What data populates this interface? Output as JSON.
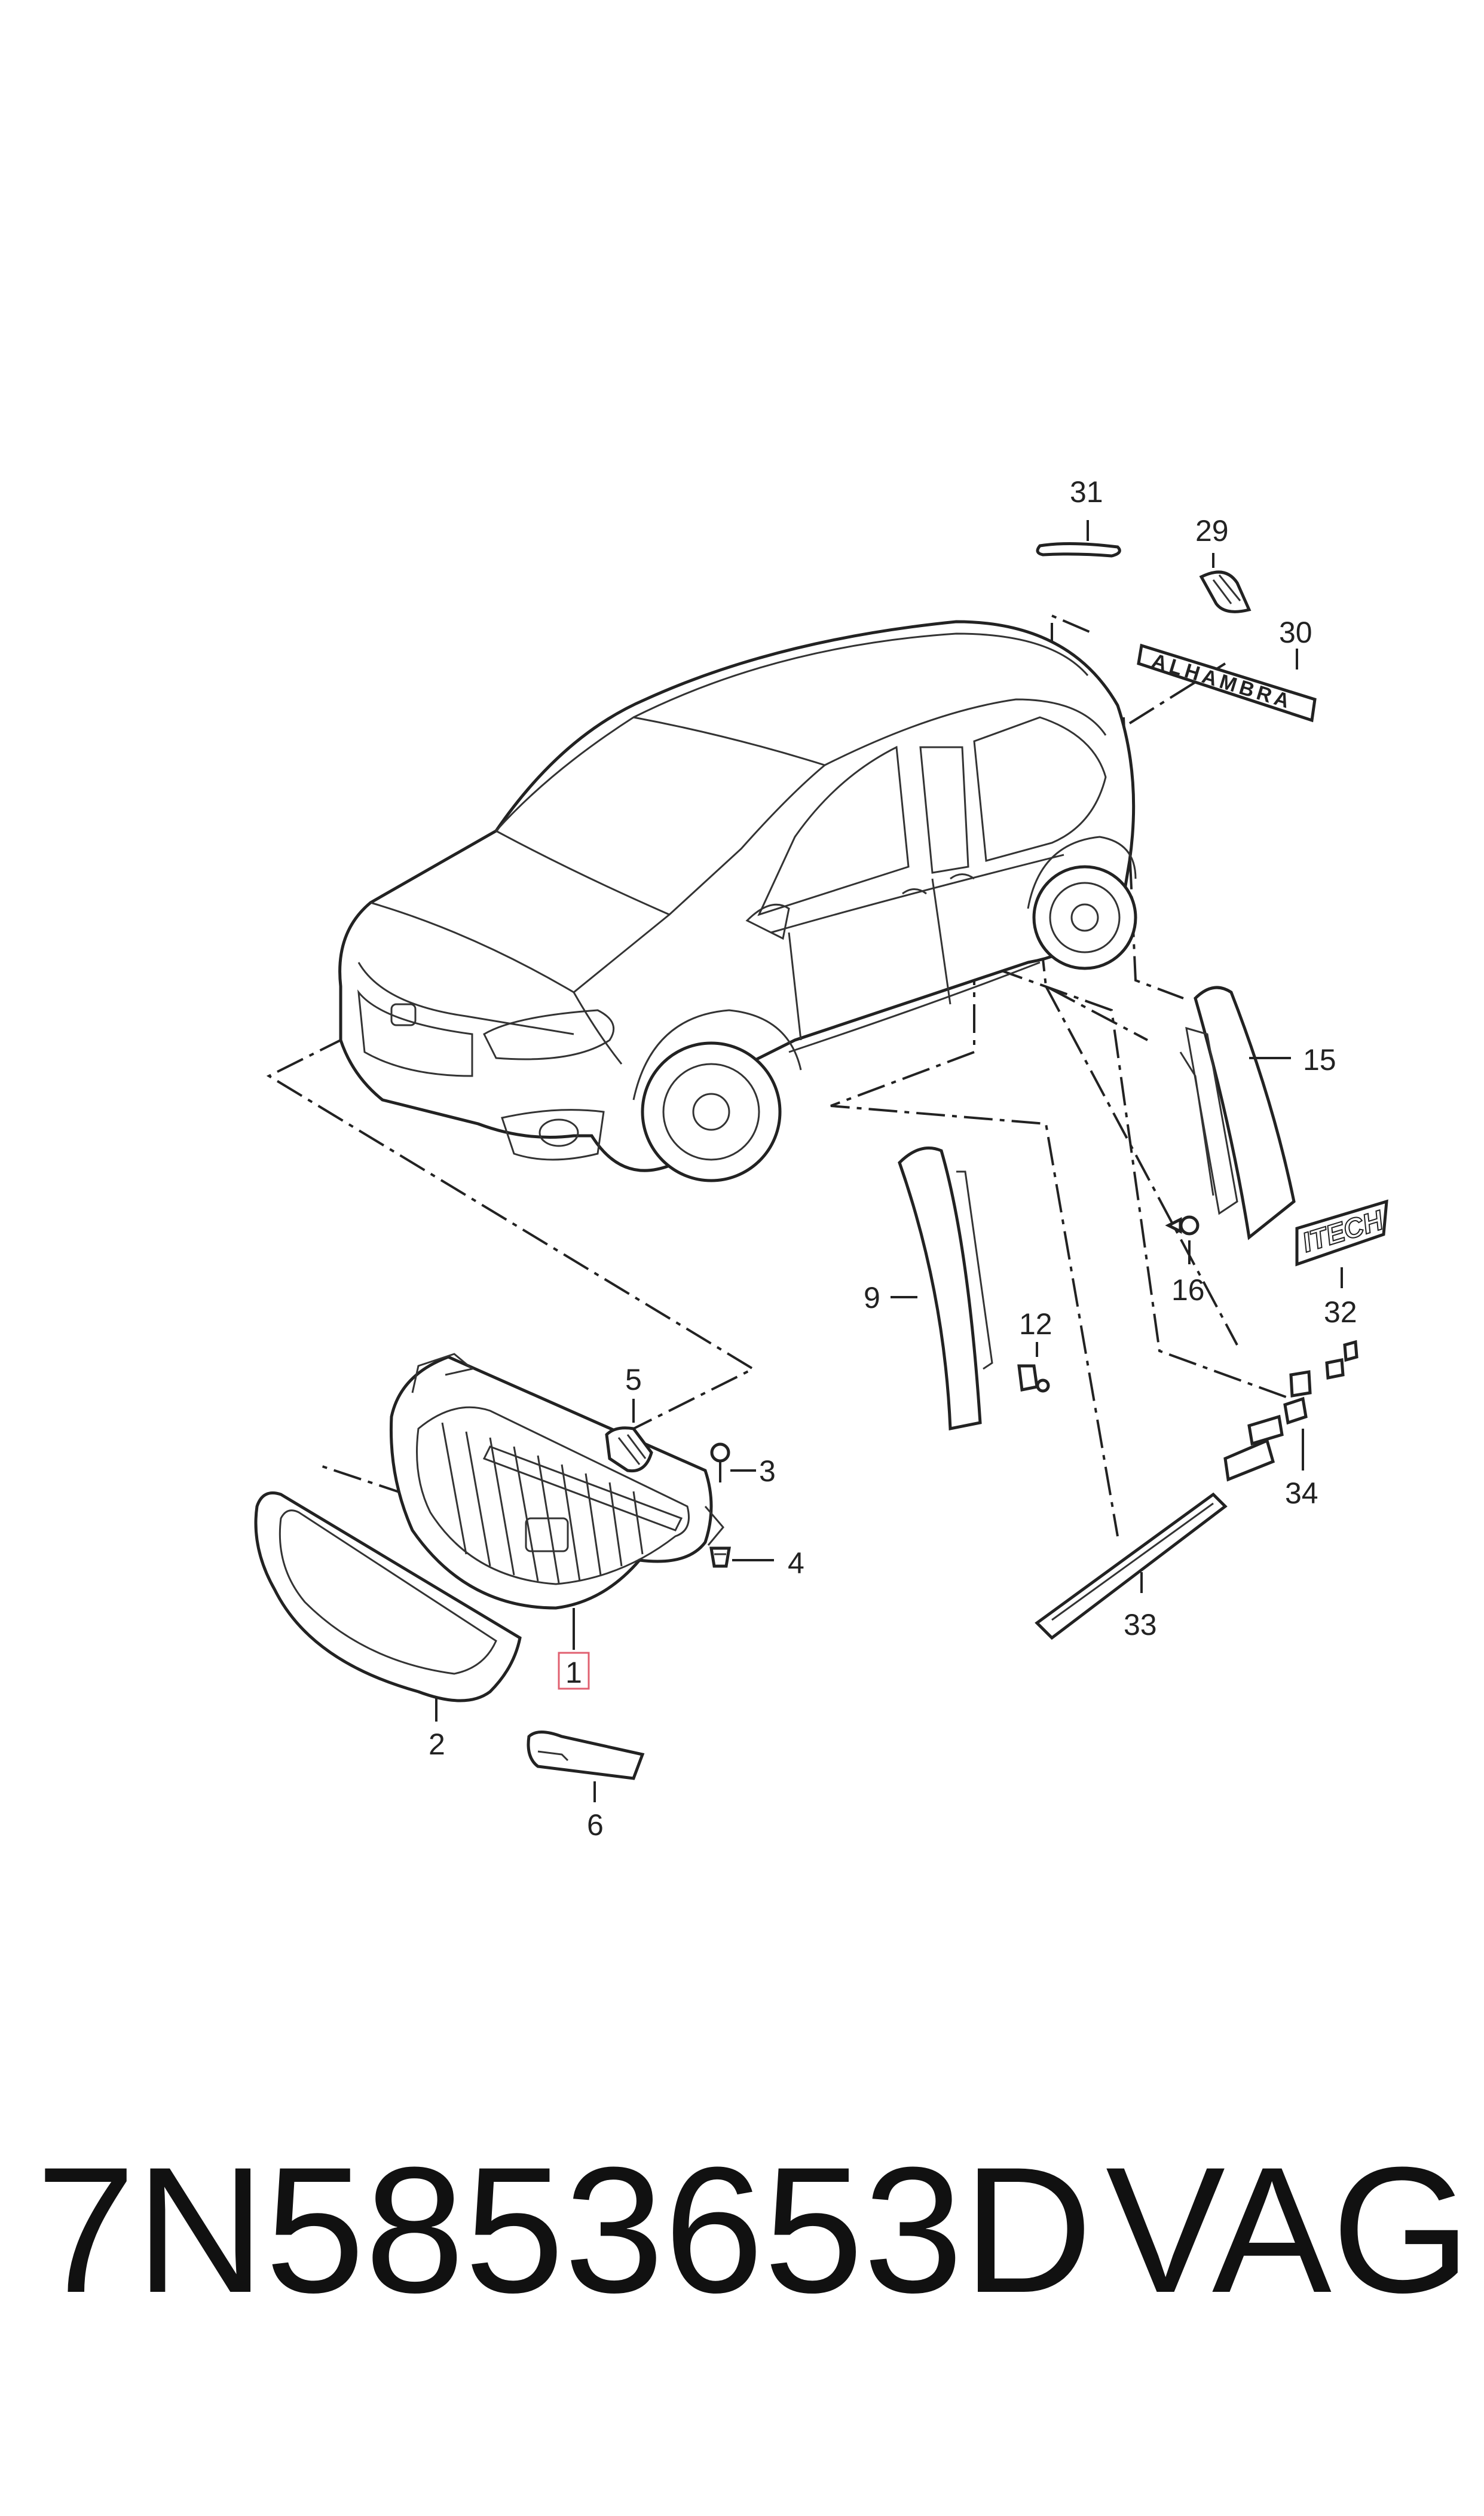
{
  "callouts": [
    {
      "id": "c1",
      "text": "1",
      "highlighted": true
    },
    {
      "id": "c2",
      "text": "2"
    },
    {
      "id": "c3",
      "text": "3"
    },
    {
      "id": "c4",
      "text": "4"
    },
    {
      "id": "c5",
      "text": "5"
    },
    {
      "id": "c6",
      "text": "6"
    },
    {
      "id": "c9",
      "text": "9"
    },
    {
      "id": "c12",
      "text": "12"
    },
    {
      "id": "c15",
      "text": "15"
    },
    {
      "id": "c16",
      "text": "16"
    },
    {
      "id": "c29",
      "text": "29"
    },
    {
      "id": "c30",
      "text": "30"
    },
    {
      "id": "c31",
      "text": "31"
    },
    {
      "id": "c32",
      "text": "32"
    },
    {
      "id": "c33",
      "text": "33"
    },
    {
      "id": "c34",
      "text": "34"
    }
  ],
  "emblems": {
    "model_lettering": "ALHAMBRA",
    "trim_badge": "ITECH"
  },
  "footer": {
    "part_number": "7N5853653D",
    "brand": "VAG"
  },
  "colors": {
    "line": "#222222",
    "highlight": "#e06070",
    "background": "#ffffff"
  }
}
